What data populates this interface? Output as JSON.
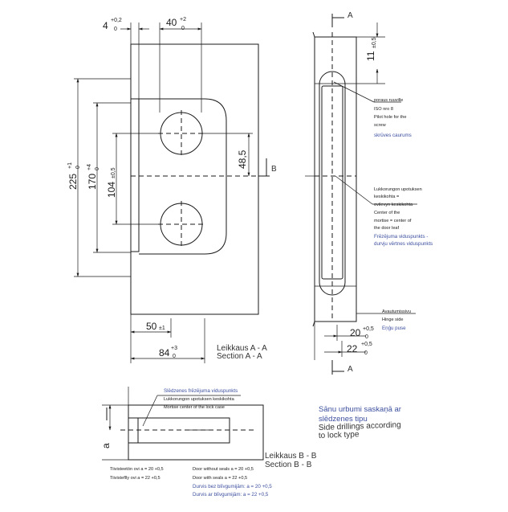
{
  "front_view": {
    "dim_offset": "4",
    "dim_offset_tol_top": "+0,2",
    "dim_offset_tol_bottom": "0",
    "dim_width_40": "40",
    "dim_width_40_tol_top": "+2",
    "dim_width_40_tol_bottom": "0",
    "dim_height_225": "225",
    "dim_height_225_tol": "+1",
    "dim_height_225_tol_bottom": "0",
    "dim_height_170": "170",
    "dim_height_170_tol": "+4",
    "dim_height_170_tol_bottom": "0",
    "dim_spacing_104": "104",
    "dim_spacing_104_tol": "±0,5",
    "dim_48_5": "48,5",
    "dim_50": "50",
    "dim_50_tol": "±1",
    "dim_84": "84",
    "dim_84_tol_top": "+3",
    "dim_84_tol_bottom": "0",
    "section_marker_b": "B",
    "section_label_fi": "Leikkaus A - A",
    "section_label_en": "Section A - A"
  },
  "side_view": {
    "marker_top": "A",
    "marker_bottom": "A",
    "dim_11": "11",
    "dim_11_tol": "±0,5",
    "pilot_hole_fi_1": "poraus ruuville",
    "pilot_hole_fi_2": "ISO nro 8",
    "pilot_hole_en_1": "Pilot hole for the",
    "pilot_hole_en_2": "screw",
    "pilot_hole_lv": "skrūves caurums",
    "center_fi_1": "Lukkorungon upotuksen",
    "center_fi_2": "keskikohta =",
    "center_fi_3": "ovilevyn keskikohta",
    "center_en_1": "Center of the",
    "center_en_2": "mortise = center of",
    "center_en_3": "the door leaf",
    "center_lv_1": "Frēzējuma viduspunkts -",
    "center_lv_2": "durvju vērtnes viduspunkts",
    "hinge_fi": "Avautumissivu",
    "hinge_en": "Hinge side",
    "hinge_lv": "Eņģu puse",
    "dim_20": "20",
    "dim_20_tol_top": "+0,5",
    "dim_20_tol_bottom": "0",
    "dim_22": "22",
    "dim_22_tol_top": "+0,5",
    "dim_22_tol_bottom": "0"
  },
  "bottom_view": {
    "center_lv": "Slēdzenes frēzējuma viduspunkts",
    "center_fi": "Lukkorungon upotuksen keskikohta",
    "center_en": "Mortise center of the lock case",
    "dim_a": "a",
    "title_lv_1": "Sānu urbumi saskaņā ar",
    "title_lv_2": "slēdzenes tipu",
    "title_en_1": "Side drillings according",
    "title_en_2": "to lock type",
    "section_fi": "Leikkaus B - B",
    "section_en": "Section B - B",
    "note_fi_1": "Tiivisteetön ovi a = 20 +0,5",
    "note_en_1": "Door without seals a = 20 +0,5",
    "note_fi_2": "Tiivisteflly ovi a = 22 +0,5",
    "note_en_2": "Door with seals a = 22 +0,5",
    "note_lv_1": "Durvis bez blīvgumijām: a = 20 +0,5",
    "note_lv_2": "Durvis ar blīvgumijām: a = 22 +0,5"
  },
  "colors": {
    "ink": "#1a1a1a",
    "blue_text": "#3c4f9e"
  }
}
